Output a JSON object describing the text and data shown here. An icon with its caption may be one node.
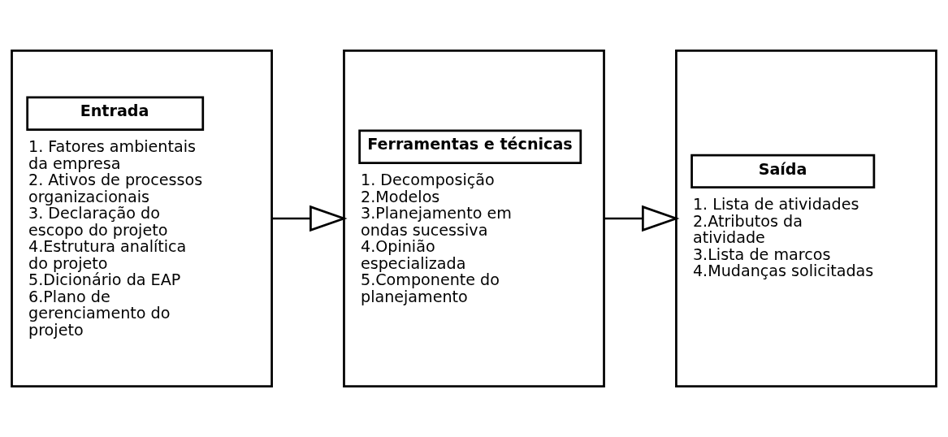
{
  "diagram": {
    "nodes": [
      {
        "text": [
          "Entrada",
          "1. Fatores ambientais da empresa",
          "2. Ativos de processos organizacionais",
          "3. Declaração do escopo do projeto",
          "4.Estrutura analítica do projeto",
          "5.Dicionário da EAP",
          "6.Plano de gerenciamento do projeto"
        ]
      },
      {
        "text": [
          "Ferramentas e técnicas",
          "1. Decomposição",
          "2.Modelos",
          "3.Planejamento em ondas sucessiva",
          "4.Opinião especializada",
          "5.Componente do planejamento"
        ]
      },
      {
        "text": [
          "Saída",
          "1. Lista de atividades",
          "2.Atributos da atividade",
          "3.Lista de marcos",
          "4.Mudanças solicitadas"
        ]
      }
    ],
    "edges": [
      {
        "from": 0,
        "to": 1,
        "arrow": "to"
      },
      {
        "from": 1,
        "to": 2,
        "arrow": "to"
      }
    ]
  }
}
